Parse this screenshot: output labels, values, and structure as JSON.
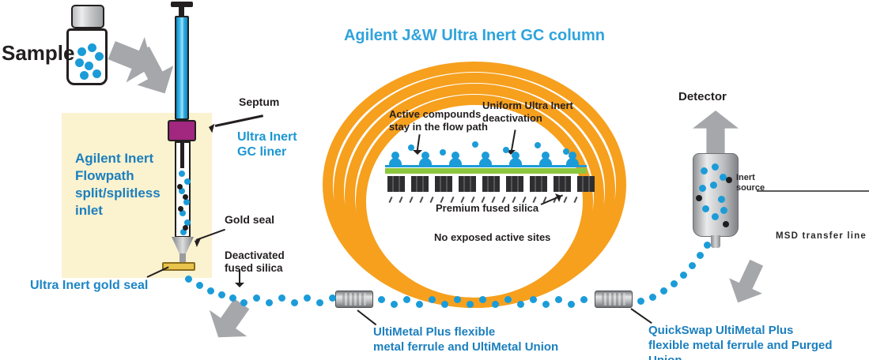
{
  "colors": {
    "accent-blue": "#2FA3DC",
    "label-blue": "#1B7FBE",
    "liner-blue": "#1B96D2",
    "orange": "#F6A01E",
    "cream": "#FBF2CF",
    "magenta": "#A2277E",
    "dot-blue": "#1B9CD8",
    "green": "#8CC63E",
    "dark": "#231F20",
    "gray": "#A5A7AA",
    "gold": "#E9C44C",
    "syringe-blue": "#29ABE2"
  },
  "sample": {
    "label": "Sample"
  },
  "inlet": {
    "box_label": "Agilent Inert\nFlowpath\nsplit/splitless\ninlet",
    "septum_label": "Septum",
    "liner_label": "Ultra Inert\nGC liner",
    "gold_seal_pointer_label": "Gold seal",
    "capillary_label": "Deactivated\nfused silica",
    "gold_seal_label": "Ultra Inert gold seal"
  },
  "column": {
    "title": "Agilent J&W Ultra Inert GC column",
    "inset": {
      "analytes_label": "Active compounds\nstay in the flow path",
      "deactivation_label": "Uniform Ultra Inert\ndeactivation",
      "silica_label": "Premium fused silica",
      "active_sites_label": "No exposed active sites"
    }
  },
  "connections": {
    "union1_label": "UltiMetal Plus flexible\nmetal ferrule and UltiMetal Union",
    "union2_label": "QuickSwap UltiMetal Plus\nflexible metal ferrule and Purged Union"
  },
  "detector": {
    "label": "Detector",
    "source_label": "Inert\nsource",
    "transfer_line_label": "MSD transfer line"
  }
}
